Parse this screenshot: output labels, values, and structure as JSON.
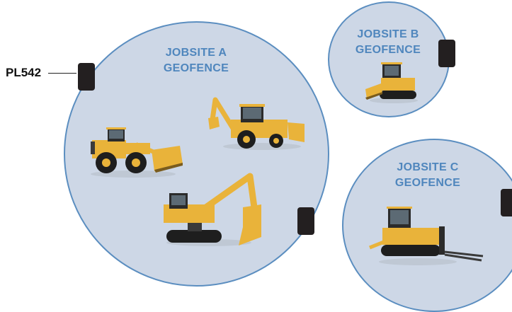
{
  "geofences": {
    "a": {
      "line1": "JOBSITE A",
      "line2": "GEOFENCE"
    },
    "b": {
      "line1": "JOBSITE B",
      "line2": "GEOFENCE"
    },
    "c": {
      "line1": "JOBSITE C",
      "line2": "GEOFENCE"
    }
  },
  "tracker_label": "PL542",
  "colors": {
    "geofence_fill": "#cdd7e6",
    "geofence_border": "#5b8ec0",
    "geofence_text": "#4f86bd",
    "machine_yellow": "#e9b33a",
    "tracker": "#231f20"
  },
  "machines": [
    {
      "site": "a",
      "type": "wheel-loader"
    },
    {
      "site": "a",
      "type": "backhoe-loader"
    },
    {
      "site": "a",
      "type": "excavator"
    },
    {
      "site": "b",
      "type": "compact-track-loader"
    },
    {
      "site": "c",
      "type": "track-loader"
    }
  ]
}
